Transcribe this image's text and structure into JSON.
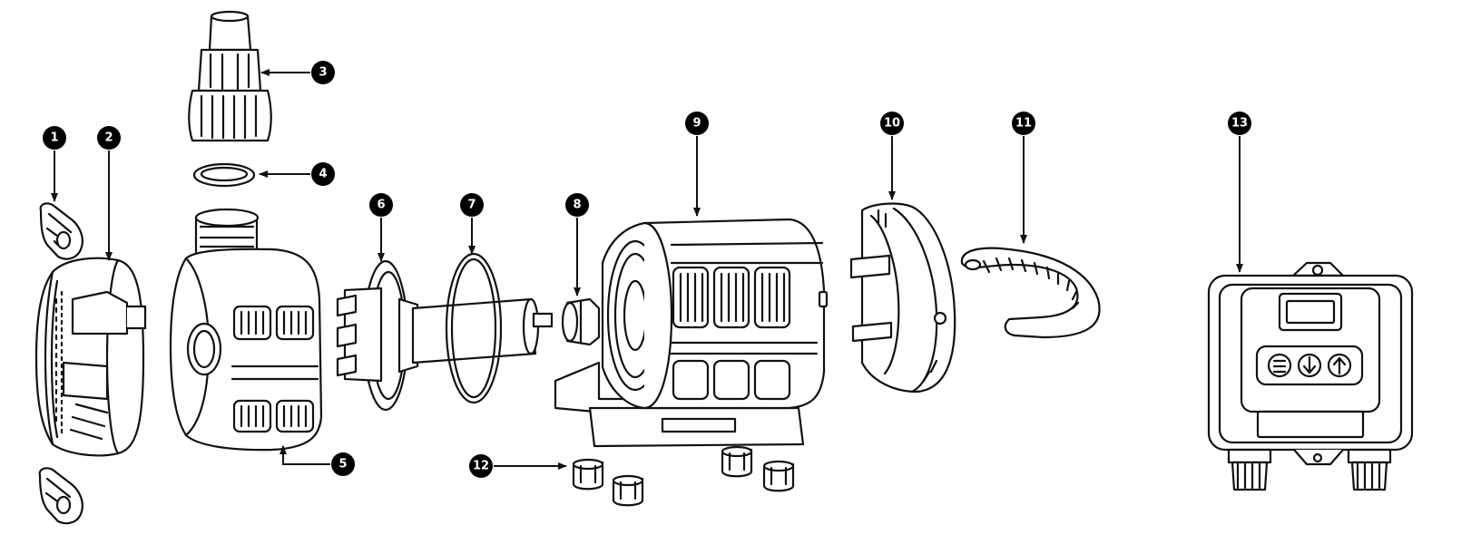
{
  "diagram": {
    "type": "exploded-parts-diagram",
    "subject": "pump",
    "colors": {
      "line": "#111111",
      "fill": "#ffffff",
      "callout_fill": "#000000",
      "callout_text": "#ffffff"
    },
    "callouts": [
      {
        "id": 1,
        "label": "1"
      },
      {
        "id": 2,
        "label": "2"
      },
      {
        "id": 3,
        "label": "3"
      },
      {
        "id": 4,
        "label": "4"
      },
      {
        "id": 5,
        "label": "5"
      },
      {
        "id": 6,
        "label": "6"
      },
      {
        "id": 7,
        "label": "7"
      },
      {
        "id": 8,
        "label": "8"
      },
      {
        "id": 9,
        "label": "9"
      },
      {
        "id": 10,
        "label": "10"
      },
      {
        "id": 11,
        "label": "11"
      },
      {
        "id": 12,
        "label": "12"
      },
      {
        "id": 13,
        "label": "13"
      }
    ]
  }
}
